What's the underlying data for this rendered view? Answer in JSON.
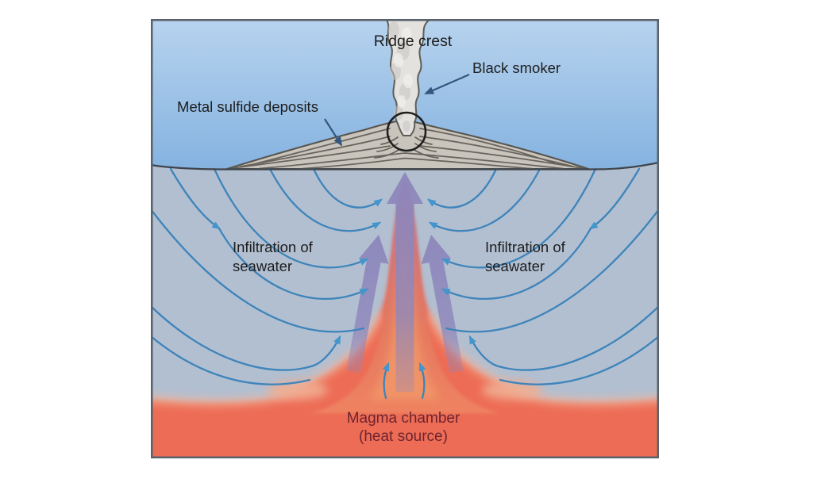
{
  "diagram": {
    "labels": {
      "ridge_crest": "Ridge crest",
      "black_smoker": "Black smoker",
      "metal_sulfide_deposits": "Metal sulfide deposits",
      "infiltration_left": {
        "line1": "Infiltration of",
        "line2": "seawater"
      },
      "infiltration_right": {
        "line1": "Infiltration of",
        "line2": "seawater"
      },
      "magma_chamber": {
        "line1": "Magma chamber",
        "line2": "(heat source)"
      }
    },
    "colors": {
      "page_background": "#ffffff",
      "border": "#5a626c",
      "ocean_top": "#b7d3ee",
      "ocean_bottom": "#84b2e0",
      "subsurface": "#b1bfd1",
      "seafloor_line": "#3f444b",
      "mound_fill": "#c9c5bd",
      "mound_line": "#67635c",
      "mound_outline": "#57544e",
      "smoke_fill": "#e3e2df",
      "smoke_outline": "#5e5d58",
      "flow_line": "#3e84ba",
      "flow_arrowhead": "#4296cc",
      "plume_purple": "#8d86bb",
      "plume_top": "#bd7d92",
      "plume_mid": "#d27577",
      "plume_lower": "#e4795f",
      "plume_bottom": "#ee8260",
      "plume_core": "#f29a6a",
      "magma_red": "#ed6c55",
      "magma_fringe": "#f2b49a",
      "label_text": "#1d1d1d",
      "magma_label_text": "#6e2430",
      "annotation_arrow": "#33577d",
      "vent_circle": "#1f1f1e"
    }
  }
}
